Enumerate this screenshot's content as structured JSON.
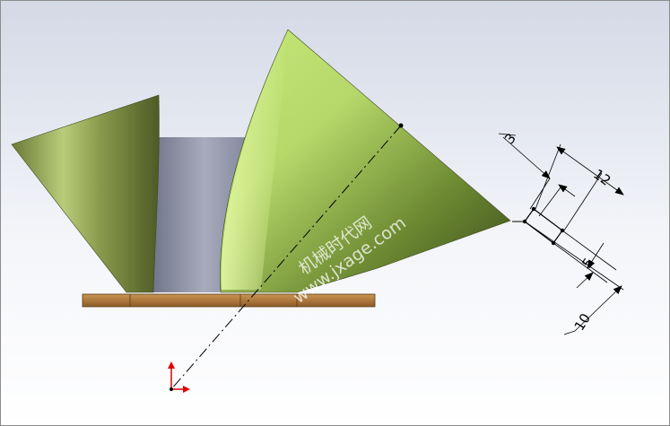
{
  "dimensions": {
    "d3": "3",
    "d12": "12",
    "d5": "5",
    "d10": "10"
  },
  "watermark": {
    "line1": "机械时代网",
    "line2": "www.jxage.com"
  },
  "colors": {
    "background_top": "#d8dde8",
    "background_bottom": "#ffffff",
    "cone_green_light": "#d6f28a",
    "cone_green_dark": "#3c4a1e",
    "base_plate": "#b07a3c",
    "inner_surface": "#8f94a8",
    "axis_red": "#e00000"
  },
  "icons": {
    "triad": "coordinate-triad-icon"
  }
}
